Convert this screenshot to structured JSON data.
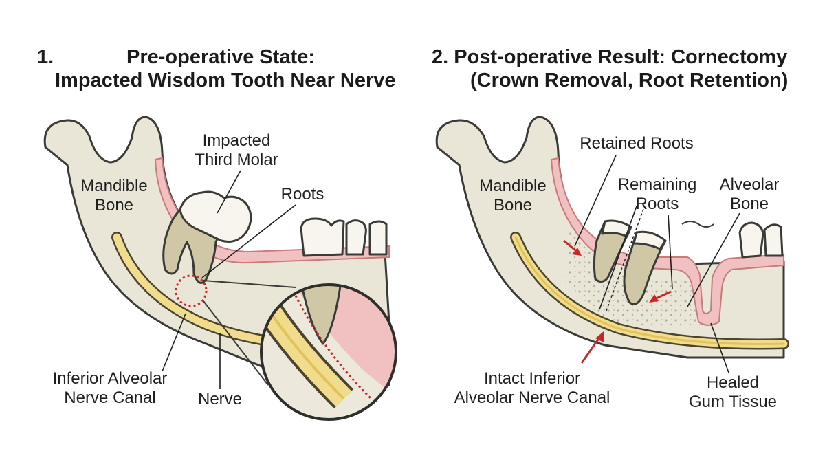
{
  "left_panel": {
    "title_line1_num": "1.",
    "title_line1": "Pre-operative State:",
    "title_line2": "Impacted Wisdom Tooth Near Nerve",
    "labels": {
      "molar_line1": "Impacted",
      "molar_line2": "Third Molar",
      "bone_line1": "Mandible",
      "bone_line2": "Bone",
      "roots": "Roots",
      "canal_line1": "Inferior Alveolar",
      "canal_line2": "Nerve Canal",
      "nerve": "Nerve"
    }
  },
  "right_panel": {
    "title_line1": "2.  Post-operative Result: Cornectomy",
    "title_line2": "(Crown Removal, Root Retention)",
    "labels": {
      "retained_roots": "Retained Roots",
      "remaining_line1": "Remaining",
      "remaining_line2": "Roots",
      "alveolar_line1": "Alveolar",
      "alveolar_line2": "Bone",
      "bone_line1": "Mandible",
      "bone_line2": "Bone",
      "intact_line1": "Intact Inferior",
      "intact_line2": "Alveolar Nerve Canal",
      "healed_line1": "Healed",
      "healed_line2": "Gum Tissue"
    }
  },
  "colors": {
    "bone": "#e9e6d7",
    "gum": "#f1c1c1",
    "nerve": "#f0dc8c",
    "arrow": "#c62828"
  }
}
